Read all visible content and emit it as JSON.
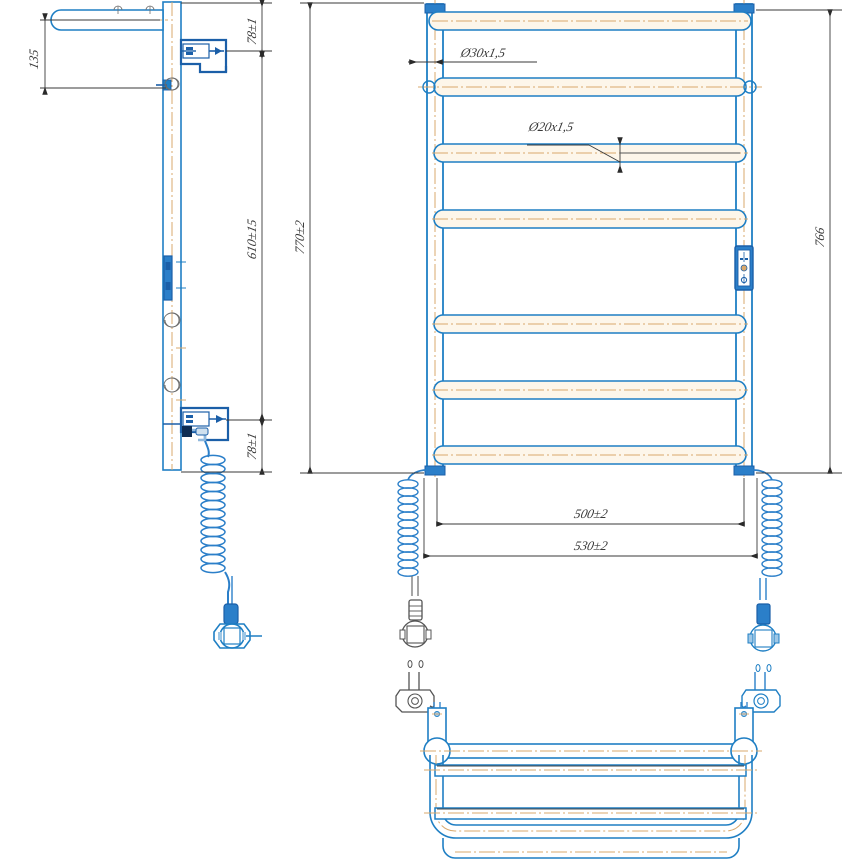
{
  "drawing": {
    "type": "engineering-drawing",
    "subject": "electric-heated-towel-rail",
    "views": [
      {
        "name": "side-view",
        "position": "left"
      },
      {
        "name": "front-view",
        "position": "center"
      },
      {
        "name": "bottom-plan-view",
        "position": "bottom"
      }
    ],
    "colors": {
      "outline": "#1f7fc4",
      "centerline": "#d9a86c",
      "dimension": "#404040",
      "text": "#3a3a3a",
      "detail_dark": "#1b5fa8",
      "background": "#ffffff"
    }
  },
  "dimensions": {
    "side_depth": "135",
    "side_top_offset": "78±1",
    "side_bottom_offset": "78±1",
    "mount_spacing": "610±15",
    "overall_height": "770±2",
    "right_height": "766",
    "inner_width": "500±2",
    "outer_width": "530±2",
    "main_pipe": "Ø30x1,5",
    "rung_pipe": "Ø20x1,5"
  },
  "labels": {
    "d135": "135",
    "d78_top": "78±1",
    "d78_bottom": "78±1",
    "d610": "610±15",
    "d770": "770±2",
    "d766": "766",
    "d500": "500±2",
    "d530": "530±2",
    "dia30": "Ø30x1,5",
    "dia20": "Ø20x1,5"
  },
  "components": {
    "control_module": "control-switch-module",
    "power_cord": "coiled-power-cord",
    "power_plug": "europlug-schuko",
    "rungs_count": 6,
    "wall_brackets": 2
  }
}
